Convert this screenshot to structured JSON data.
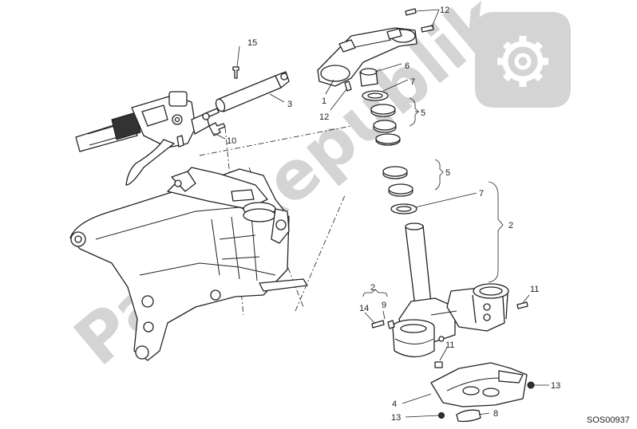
{
  "watermark": {
    "text": "PartsRepublik",
    "color": "#d4d4d4",
    "icon": "gear-icon"
  },
  "drawing_code": "SOS00937",
  "callouts": {
    "c1": "1",
    "c2a": "2",
    "c2b": "2",
    "c3": "3",
    "c4": "4",
    "c5a": "5",
    "c5b": "5",
    "c6": "6",
    "c7a": "7",
    "c7b": "7",
    "c8": "8",
    "c9": "9",
    "c10": "10",
    "c11a": "11",
    "c11b": "11",
    "c12a": "12",
    "c12b": "12",
    "c13a": "13",
    "c13b": "13",
    "c14": "14",
    "c15": "15"
  }
}
